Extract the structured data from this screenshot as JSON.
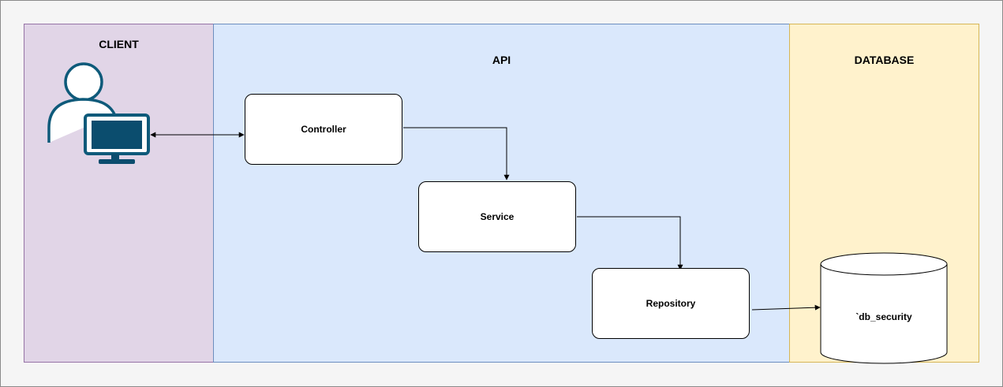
{
  "lanes": {
    "client": {
      "title": "CLIENT"
    },
    "api": {
      "title": "API"
    },
    "database": {
      "title": "DATABASE"
    }
  },
  "nodes": {
    "controller": "Controller",
    "service": "Service",
    "repository": "Repository",
    "database": "`db_security"
  },
  "icons": {
    "client": "user-computer-icon",
    "database": "database-cylinder-icon"
  },
  "colors": {
    "client_lane": "#e1d5e7",
    "api_lane": "#dae8fc",
    "database_lane": "#fff2cc",
    "icon": "#10739e"
  }
}
